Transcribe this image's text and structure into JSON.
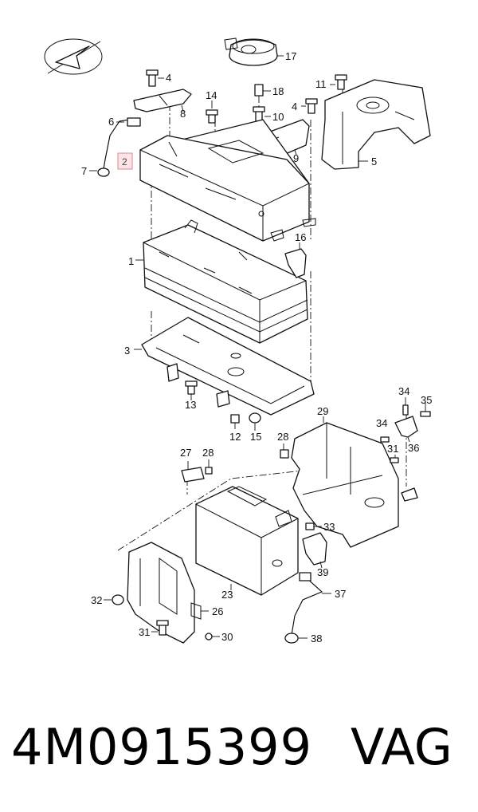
{
  "labels": {
    "p1": "1",
    "p2": "2",
    "p3": "3",
    "p4a": "4",
    "p4b": "4",
    "p5": "5",
    "p6": "6",
    "p7": "7",
    "p8": "8",
    "p9": "9",
    "p10": "10",
    "p11": "11",
    "p12": "12",
    "p13": "13",
    "p14": "14",
    "p15": "15",
    "p16": "16",
    "p17": "17",
    "p18": "18",
    "p23": "23",
    "p26": "26",
    "p27": "27",
    "p28a": "28",
    "p28b": "28",
    "p29": "29",
    "p30": "30",
    "p31a": "31",
    "p31b": "31",
    "p32": "32",
    "p33": "33",
    "p34a": "34",
    "p34b": "34",
    "p35": "35",
    "p36": "36",
    "p37": "37",
    "p38": "38",
    "p39": "39"
  },
  "footer": {
    "part_number": "4M0915399",
    "brand": "VAG"
  },
  "colors": {
    "highlight_fill": "#fbe3e6",
    "highlight_stroke": "#d98a96",
    "line": "#111111"
  }
}
